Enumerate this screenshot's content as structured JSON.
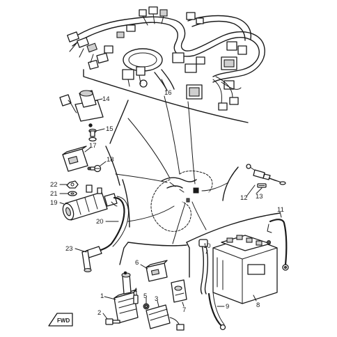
{
  "callouts": {
    "c1": "1",
    "c2": "2",
    "c3": "3",
    "c4": "4",
    "c5": "5",
    "c6": "6",
    "c7": "7",
    "c8": "8",
    "c9": "9",
    "c10": "10",
    "c11": "11",
    "c12": "12",
    "c13": "13",
    "c14": "14",
    "c15": "15",
    "c16": "16",
    "c17": "17",
    "c18": "18",
    "c19": "19",
    "c20": "20",
    "c21": "21",
    "c22": "22",
    "c23": "23"
  },
  "front_marker": "FWD"
}
